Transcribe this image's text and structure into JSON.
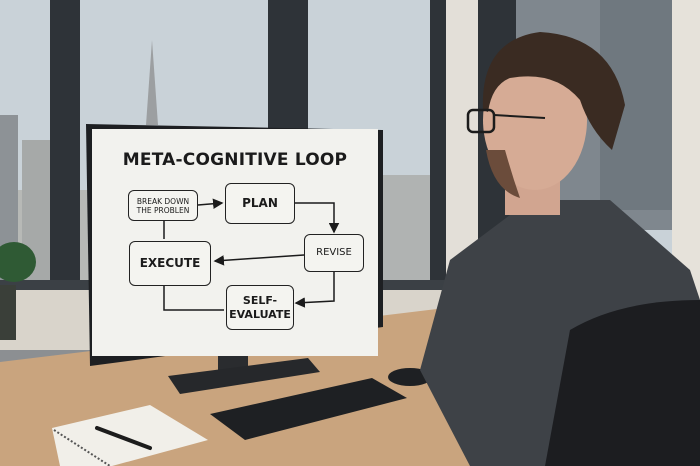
{
  "monitor": {
    "title": "META-COGNITIVE LOOP",
    "nodes": {
      "break_down": "BREAK DOWN\nTHE PROBLEN",
      "plan": "PLAN",
      "revise": "REVISE",
      "execute": "EXECUTE",
      "self_evaluate": "SELF-\nEVALUATE"
    }
  },
  "colors": {
    "screen": "#f2f2ee",
    "desk": "#c9a47e",
    "wall": "#e6e2da",
    "sweater": "#3e4247",
    "sky": "#c9d2d8"
  }
}
